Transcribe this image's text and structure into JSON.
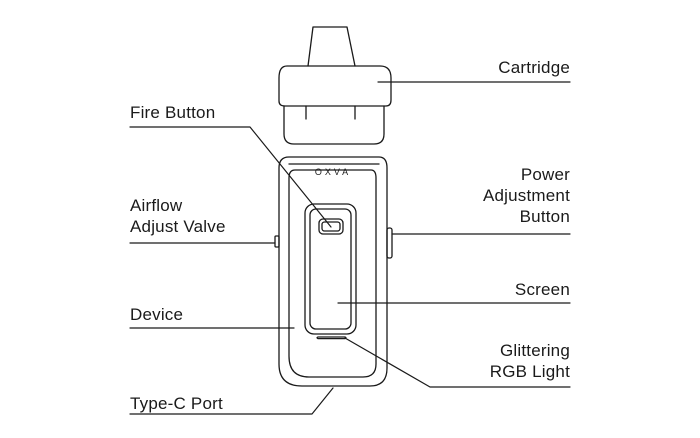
{
  "device": {
    "brand_logo_text": "OXVA"
  },
  "labels": {
    "cartridge": "Cartridge",
    "fire_button": "Fire Button",
    "power_adjustment_button": [
      "Power",
      "Adjustment",
      "Button"
    ],
    "airflow_adjust_valve": [
      "Airflow",
      "Adjust Valve"
    ],
    "screen": "Screen",
    "device": "Device",
    "glittering_rgb_light": [
      "Glittering",
      "RGB Light"
    ],
    "type_c_port": "Type-C Port"
  },
  "colors": {
    "line": "#1a1a1a",
    "background": "#ffffff"
  }
}
